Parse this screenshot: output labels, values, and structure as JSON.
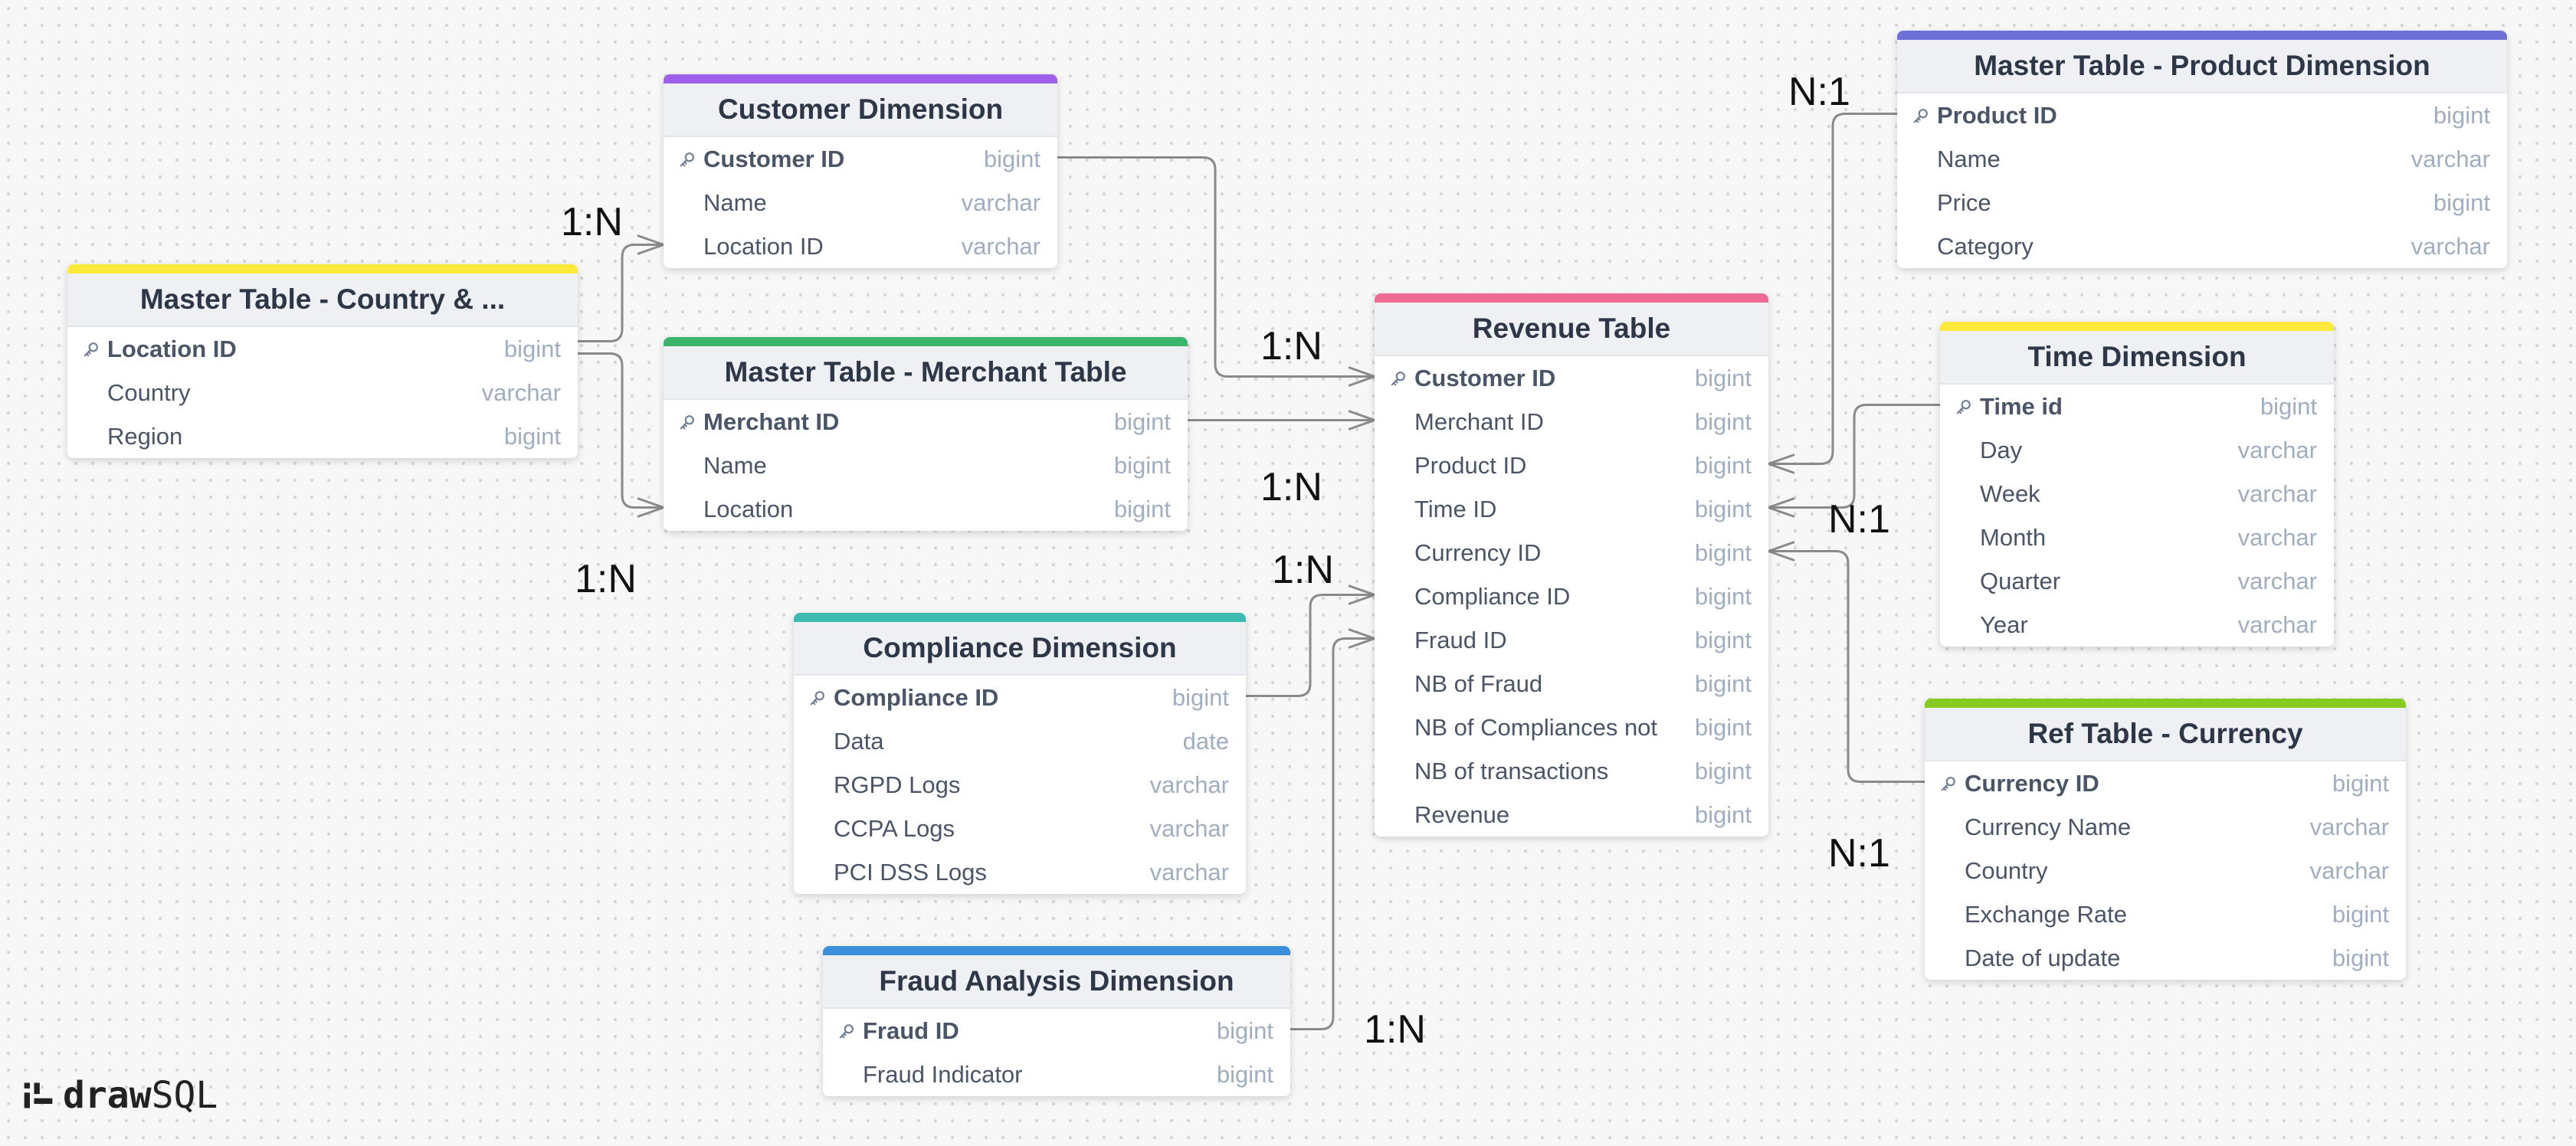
{
  "tables": [
    {
      "id": "customer",
      "title": "Customer Dimension",
      "color": "#9f5fea",
      "fields": [
        {
          "name": "Customer ID",
          "type": "bigint",
          "pk": true
        },
        {
          "name": "Name",
          "type": "varchar"
        },
        {
          "name": "Location ID",
          "type": "varchar"
        }
      ]
    },
    {
      "id": "country",
      "title": "Master Table - Country & ...",
      "color": "#fde93a",
      "fields": [
        {
          "name": "Location ID",
          "type": "bigint",
          "pk": true
        },
        {
          "name": "Country",
          "type": "varchar"
        },
        {
          "name": "Region",
          "type": "bigint"
        }
      ]
    },
    {
      "id": "merchant",
      "title": "Master Table - Merchant Table",
      "color": "#3ab569",
      "fields": [
        {
          "name": "Merchant ID",
          "type": "bigint",
          "pk": true
        },
        {
          "name": "Name",
          "type": "bigint"
        },
        {
          "name": "Location",
          "type": "bigint"
        }
      ]
    },
    {
      "id": "compliance",
      "title": "Compliance Dimension",
      "color": "#3dbbb0",
      "fields": [
        {
          "name": "Compliance ID",
          "type": "bigint",
          "pk": true
        },
        {
          "name": "Data",
          "type": "date"
        },
        {
          "name": "RGPD Logs",
          "type": "varchar"
        },
        {
          "name": "CCPA Logs",
          "type": "varchar"
        },
        {
          "name": "PCI DSS Logs",
          "type": "varchar"
        }
      ]
    },
    {
      "id": "fraud",
      "title": "Fraud Analysis Dimension",
      "color": "#3b8fdd",
      "fields": [
        {
          "name": "Fraud ID",
          "type": "bigint",
          "pk": true
        },
        {
          "name": "Fraud Indicator",
          "type": "bigint"
        }
      ]
    },
    {
      "id": "revenue",
      "title": "Revenue Table",
      "color": "#ef6b93",
      "fields": [
        {
          "name": "Customer ID",
          "type": "bigint",
          "pk": true
        },
        {
          "name": "Merchant ID",
          "type": "bigint"
        },
        {
          "name": "Product ID",
          "type": "bigint"
        },
        {
          "name": "Time ID",
          "type": "bigint"
        },
        {
          "name": "Currency ID",
          "type": "bigint"
        },
        {
          "name": "Compliance ID",
          "type": "bigint"
        },
        {
          "name": "Fraud ID",
          "type": "bigint"
        },
        {
          "name": "NB of Fraud",
          "type": "bigint"
        },
        {
          "name": "NB of Compliances not",
          "type": "bigint"
        },
        {
          "name": "NB of transactions",
          "type": "bigint"
        },
        {
          "name": "Revenue",
          "type": "bigint"
        }
      ]
    },
    {
      "id": "product",
      "title": "Master Table - Product Dimension",
      "color": "#6b70d6",
      "fields": [
        {
          "name": "Product ID",
          "type": "bigint",
          "pk": true
        },
        {
          "name": "Name",
          "type": "varchar"
        },
        {
          "name": "Price",
          "type": "bigint"
        },
        {
          "name": "Category",
          "type": "varchar"
        }
      ]
    },
    {
      "id": "time",
      "title": "Time Dimension",
      "color": "#fde93a",
      "fields": [
        {
          "name": "Time id",
          "type": "bigint",
          "pk": true
        },
        {
          "name": "Day",
          "type": "varchar"
        },
        {
          "name": "Week",
          "type": "varchar"
        },
        {
          "name": "Month",
          "type": "varchar"
        },
        {
          "name": "Quarter",
          "type": "varchar"
        },
        {
          "name": "Year",
          "type": "varchar"
        }
      ]
    },
    {
      "id": "currency",
      "title": "Ref Table - Currency",
      "color": "#84cc22",
      "fields": [
        {
          "name": "Currency ID",
          "type": "bigint",
          "pk": true
        },
        {
          "name": "Currency Name",
          "type": "varchar"
        },
        {
          "name": "Country",
          "type": "varchar"
        },
        {
          "name": "Exchange Rate",
          "type": "bigint"
        },
        {
          "name": "Date of update",
          "type": "bigint"
        }
      ]
    }
  ],
  "relationships": [
    {
      "from": "customer",
      "field": "Customer ID",
      "to": "revenue",
      "to_field": "Customer ID",
      "label": "1:N"
    },
    {
      "from": "country",
      "field": "Location ID",
      "to": "customer",
      "to_field": "Location ID",
      "label": "1:N"
    },
    {
      "from": "country",
      "field": "Location ID",
      "to": "merchant",
      "to_field": "Location",
      "label": "1:N"
    },
    {
      "from": "merchant",
      "field": "Merchant ID",
      "to": "revenue",
      "to_field": "Merchant ID",
      "label": "1:N"
    },
    {
      "from": "compliance",
      "field": "Compliance ID",
      "to": "revenue",
      "to_field": "Compliance ID",
      "label": "1:N"
    },
    {
      "from": "fraud",
      "field": "Fraud ID",
      "to": "revenue",
      "to_field": "Fraud ID",
      "label": "1:N"
    },
    {
      "from": "product",
      "field": "Product ID",
      "to": "revenue",
      "to_field": "Product ID",
      "label": "N:1"
    },
    {
      "from": "time",
      "field": "Time id",
      "to": "revenue",
      "to_field": "Time ID",
      "label": "N:1"
    },
    {
      "from": "currency",
      "field": "Currency ID",
      "to": "revenue",
      "to_field": "Currency ID",
      "label": "N:1"
    }
  ],
  "branding": {
    "logo_bold": "draw",
    "logo_light": "SQL"
  },
  "icons": {
    "primary_key": "key-icon",
    "logo": "drawsql-logo-icon"
  },
  "colors": {
    "edge": "#8a8a8a",
    "title_bg": "#eef0f3",
    "type_text": "#a0aec0",
    "field_text": "#4a5568"
  }
}
